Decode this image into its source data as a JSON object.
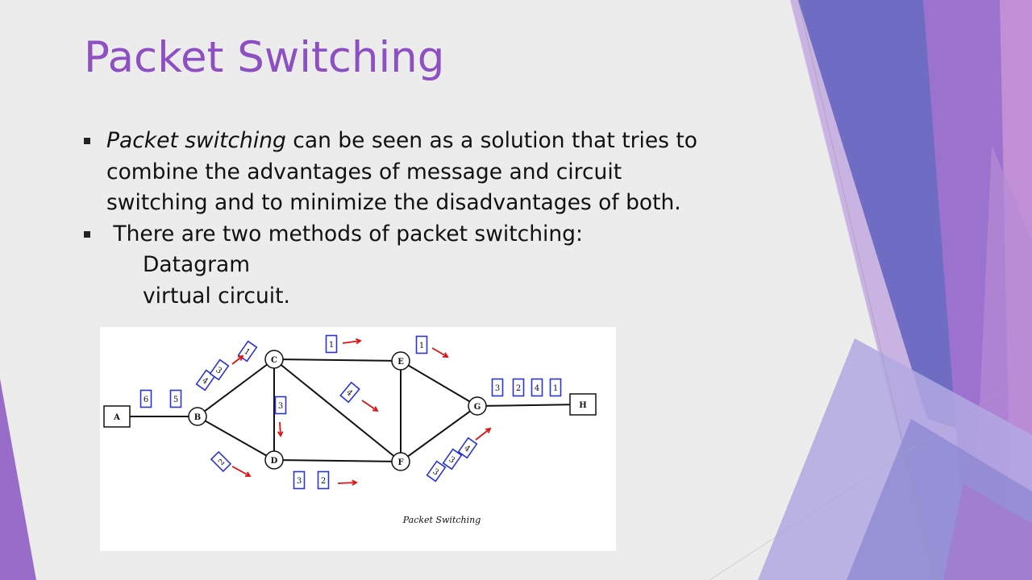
{
  "slide": {
    "title": "Packet Switching",
    "bullets": [
      {
        "emphasis": "Packet switching",
        "text_line1": " can be seen as a solution that tries to",
        "text_line2": "combine the  advantages of message and circuit",
        "text_line3": "switching and to minimize the  disadvantages of both."
      },
      {
        "text": " There are two methods of packet switching:",
        "items": [
          "Datagram",
          "virtual circuit."
        ]
      }
    ]
  },
  "figure": {
    "caption": "Packet Switching",
    "nodes": [
      "A",
      "B",
      "C",
      "D",
      "E",
      "F",
      "G",
      "H"
    ],
    "packets": {
      "a_b": [
        "6",
        "5"
      ],
      "b_c": [
        "4",
        "3",
        "1"
      ],
      "b_d": [
        "2"
      ],
      "c_d": [
        "3"
      ],
      "c_e": [
        "1"
      ],
      "c_f": [
        "4"
      ],
      "d_f": [
        "3",
        "2"
      ],
      "e_g": [
        "1"
      ],
      "f_g": [
        "3",
        "3",
        "4"
      ],
      "g_h": [
        "3",
        "2",
        "4",
        "1"
      ]
    }
  },
  "colors": {
    "title": "#8d4fc1",
    "packet_border": "#2a33d6",
    "arrow": "#e01010",
    "decor_purple": "#8a5ac8",
    "decor_blue": "#6a6ac8",
    "decor_light": "#c9b3e3"
  }
}
